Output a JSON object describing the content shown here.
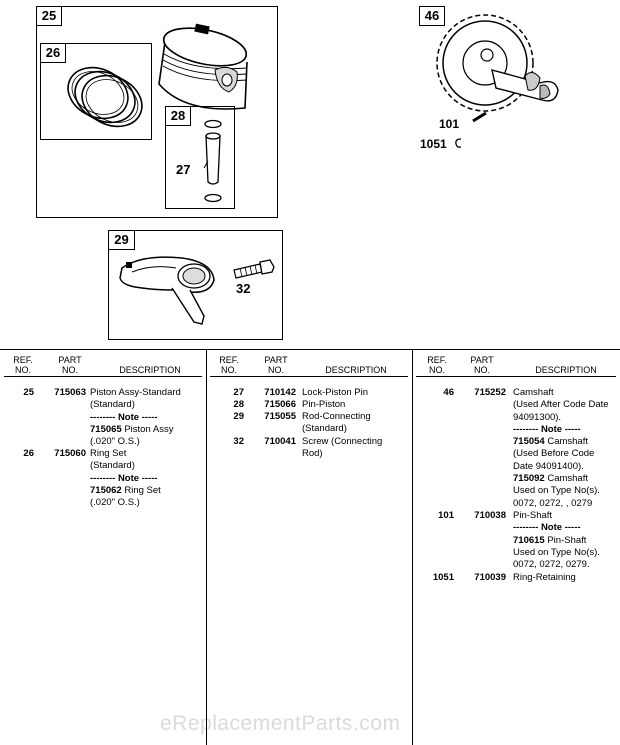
{
  "callouts": {
    "c25": "25",
    "c26": "26",
    "c28": "28",
    "c27": "27",
    "c46": "46",
    "c101": "101",
    "c1051": "1051",
    "c29": "29",
    "c32": "32"
  },
  "headers": {
    "ref": "REF.\nNO.",
    "part": "PART\nNO.",
    "desc": "DESCRIPTION"
  },
  "watermark": "eReplacementParts.com",
  "col1": [
    {
      "ref": "25",
      "part": "715063",
      "lines": [
        "Piston Assy-Standard",
        "(Standard)"
      ],
      "note": "-------- Note -----",
      "note_part": "715065",
      "note_lines": [
        "Piston Assy",
        "(.020\" O.S.)"
      ]
    },
    {
      "ref": "26",
      "part": "715060",
      "lines": [
        "Ring Set",
        "(Standard)"
      ],
      "note": "-------- Note -----",
      "note_part": "715062",
      "note_lines": [
        "Ring Set",
        "(.020\" O.S.)"
      ]
    }
  ],
  "col2": [
    {
      "ref": "27",
      "part": "710142",
      "lines": [
        "Lock-Piston Pin"
      ]
    },
    {
      "ref": "28",
      "part": "715066",
      "lines": [
        "Pin-Piston"
      ]
    },
    {
      "ref": "29",
      "part": "715055",
      "lines": [
        "Rod-Connecting",
        "(Standard)"
      ]
    },
    {
      "ref": "32",
      "part": "710041",
      "lines": [
        "Screw (Connecting",
        "Rod)"
      ]
    }
  ],
  "col3": {
    "r46": {
      "ref": "46",
      "part": "715252",
      "lines": [
        "Camshaft",
        "(Used After Code Date",
        "94091300)."
      ]
    },
    "note1": "-------- Note -----",
    "n1_part": "715054",
    "n1_lines": [
      "Camshaft",
      "(Used Before Code",
      "Date 94091400)."
    ],
    "n2_part": "715092",
    "n2_lines": [
      "Camshaft",
      "Used on Type No(s).",
      "0072, 0272, , 0279"
    ],
    "r101": {
      "ref": "101",
      "part": "710038",
      "lines": [
        "Pin-Shaft"
      ]
    },
    "note2": "-------- Note -----",
    "n3_part": "710615",
    "n3_lines": [
      "Pin-Shaft",
      "Used on Type No(s).",
      "0072, 0272, 0279."
    ],
    "r1051": {
      "ref": "1051",
      "part": "710039",
      "lines": [
        "Ring-Retaining"
      ]
    }
  }
}
